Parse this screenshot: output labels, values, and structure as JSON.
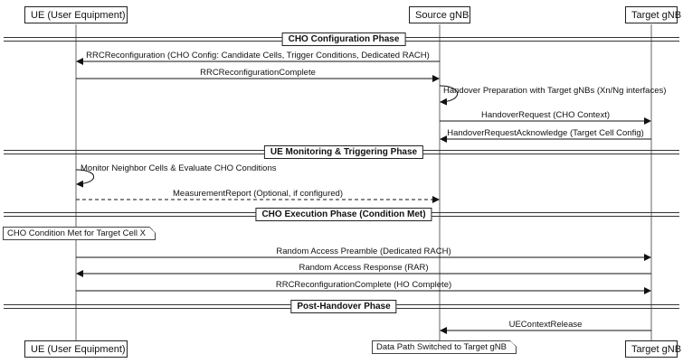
{
  "participants": {
    "ue": "UE (User Equipment)",
    "source": "Source gNB",
    "target": "Target gNB"
  },
  "phases": {
    "p1": "CHO Configuration Phase",
    "p2": "UE Monitoring & Triggering Phase",
    "p3": "CHO Execution Phase (Condition Met)",
    "p4": "Post-Handover Phase"
  },
  "messages": {
    "m1": "RRCReconfiguration (CHO Config: Candidate Cells, Trigger Conditions, Dedicated RACH)",
    "m2": "RRCReconfigurationComplete",
    "m3": "Handover Preparation with Target gNBs (Xn/Ng interfaces)",
    "m4": "HandoverRequest (CHO Context)",
    "m5": "HandoverRequestAcknowledge (Target Cell Config)",
    "m6": "Monitor Neighbor Cells & Evaluate CHO Conditions",
    "m7": "MeasurementReport (Optional, if configured)",
    "m8": "Random Access Preamble (Dedicated RACH)",
    "m9": "Random Access Response (RAR)",
    "m10": "RRCReconfigurationComplete (HO Complete)",
    "m11": "UEContextRelease"
  },
  "notes": {
    "n1": "CHO Condition Met for Target Cell X",
    "n2": "Data Path Switched to Target gNB"
  }
}
